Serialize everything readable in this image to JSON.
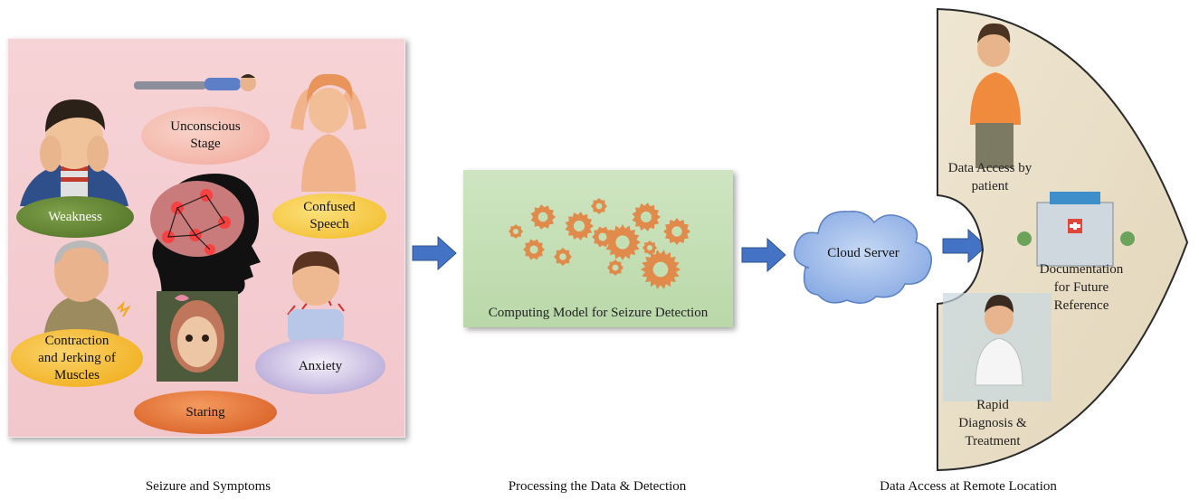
{
  "symptoms": {
    "unconscious_stage": "Unconscious Stage",
    "weakness": "Weakness",
    "confused_speech": "Confused Speech",
    "contraction_jerking": "Contraction and Jerking of Muscles",
    "anxiety": "Anxiety",
    "staring": "Staring"
  },
  "processing": {
    "model_label": "Computing Model for Seizure Detection"
  },
  "cloud": {
    "label": "Cloud Server"
  },
  "remote": {
    "data_access_patient": "Data Access by patient",
    "documentation": "Documentation for Future Reference",
    "rapid_diagnosis": "Rapid Diagnosis & Treatment"
  },
  "captions": {
    "left": "Seizure and Symptoms",
    "middle": "Processing the Data & Detection",
    "right": "Data Access at Remote Location"
  },
  "colors": {
    "arrow_blue": "#4472c4",
    "gear_orange": "#e08a4b",
    "panel_pink": "#f4ccd0",
    "panel_green": "#c4dfb4",
    "parchment": "#e9dfc9"
  }
}
